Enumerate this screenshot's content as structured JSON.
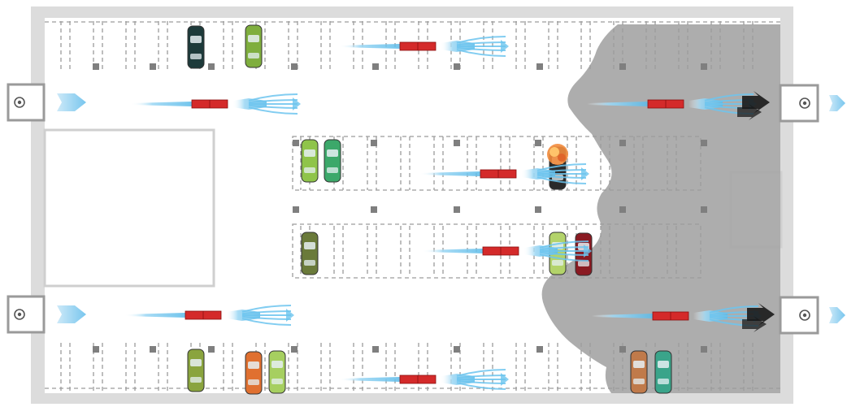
{
  "diagram": {
    "type": "parking-garage-ventilation-plan",
    "colors": {
      "wall": "#dcdcdc",
      "floor": "#ffffff",
      "smoke": "#a9a9a9",
      "stall_line": "#9c9c9c",
      "pillar": "#7f7f7f",
      "jet_fan": "#d42a2a",
      "airflow": "#6cc4ee",
      "exhaust_arrow": "#1a1a1a",
      "fire": "#f28b3c"
    },
    "icons": {
      "jet_fan": "jet-fan-icon",
      "airflow": "airflow-arrow-icon",
      "supply_intake": "supply-air-intake-icon",
      "exhaust_outlet": "exhaust-outlet-icon",
      "car": "car-icon",
      "fire": "fire-icon",
      "smoke": "smoke-cloud-icon",
      "pillar": "pillar-icon"
    },
    "counts": {
      "jet_fans": 8,
      "supply_intakes": 2,
      "exhaust_outlets": 2,
      "fire_sources": 1
    },
    "car_colors": [
      "#1d3a3a",
      "#7fae3e",
      "#8fc44a",
      "#3ca86a",
      "#6a7a3a",
      "#8a1a22",
      "#b3d36a",
      "#8aa43e",
      "#e07030",
      "#a6cf60",
      "#c07a4a",
      "#3aa48a",
      "#2a2a2a"
    ]
  }
}
